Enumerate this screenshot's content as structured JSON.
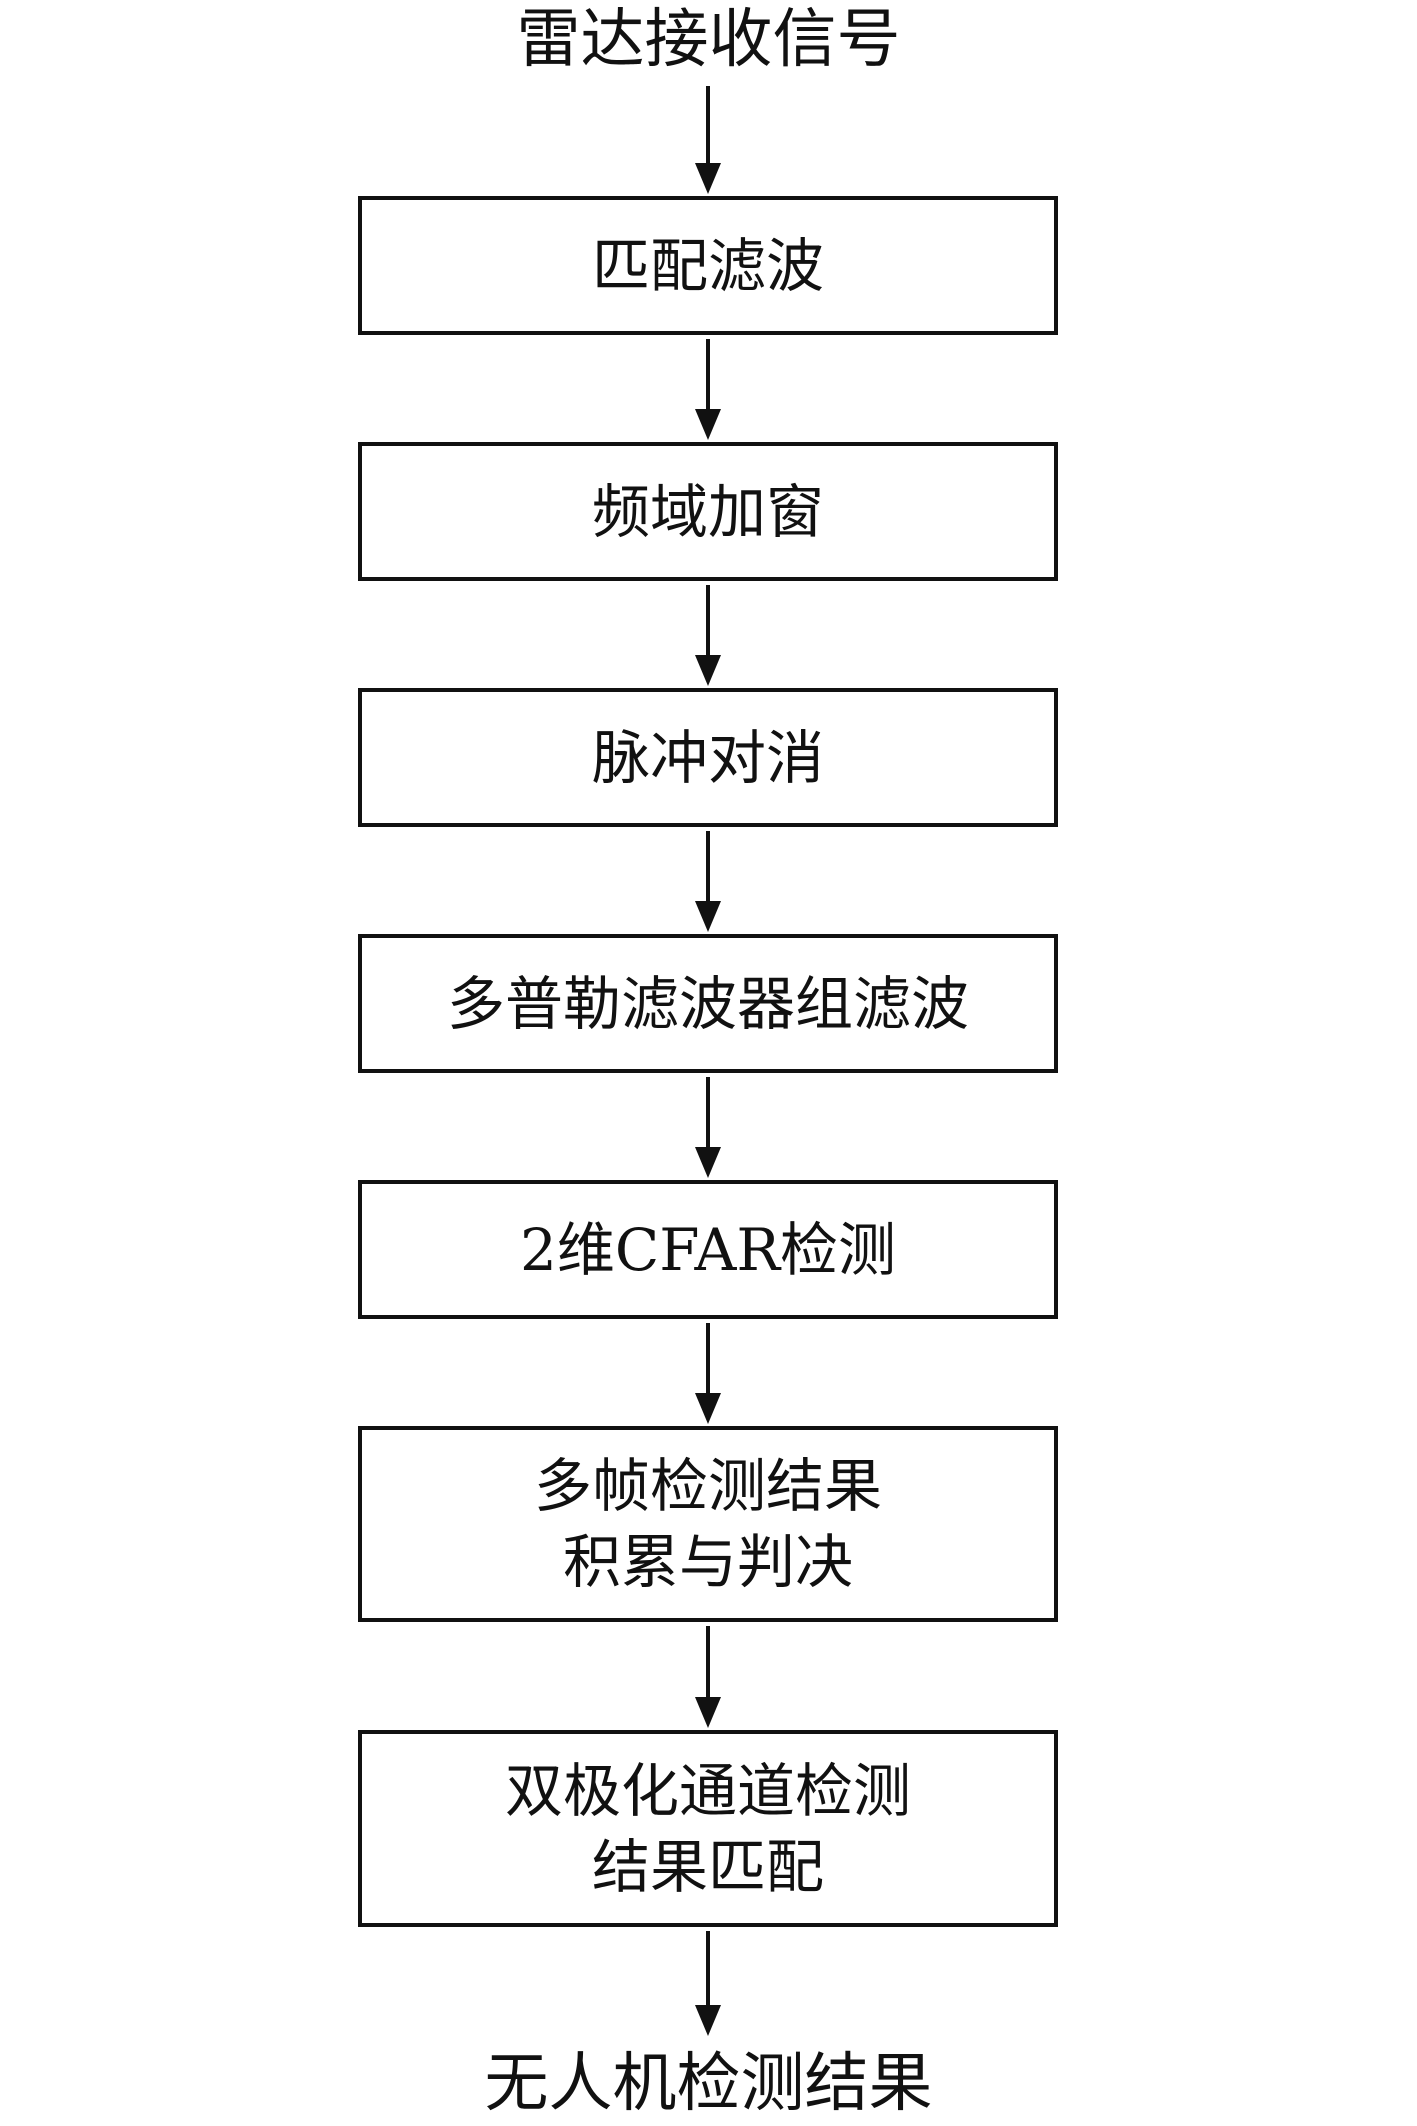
{
  "start": "雷达接收信号",
  "end": "无人机检测结果",
  "steps": [
    {
      "lines": [
        "匹配滤波"
      ]
    },
    {
      "lines": [
        "频域加窗"
      ]
    },
    {
      "lines": [
        "脉冲对消"
      ]
    },
    {
      "lines": [
        "多普勒滤波器组滤波"
      ]
    },
    {
      "lines": [
        "2维CFAR检测"
      ]
    },
    {
      "lines": [
        "多帧检测结果",
        "积累与判决"
      ]
    },
    {
      "lines": [
        "双极化通道检测",
        "结果匹配"
      ]
    }
  ]
}
